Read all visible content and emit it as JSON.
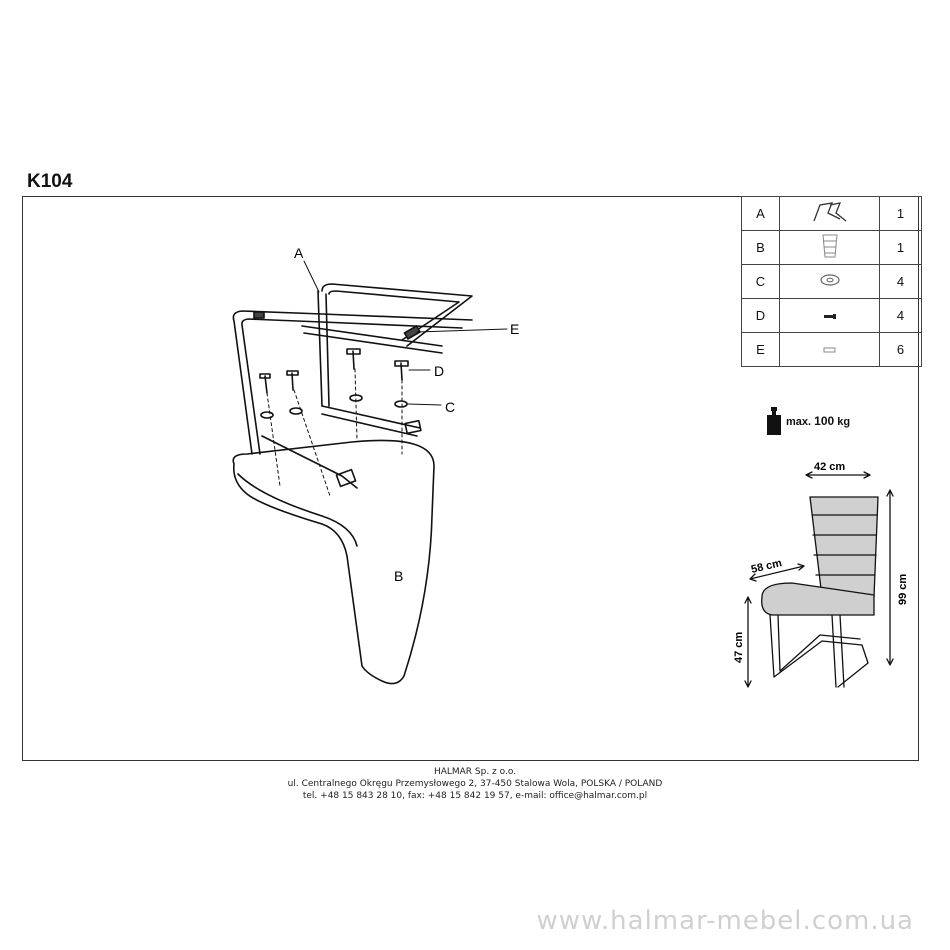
{
  "title": "K104",
  "diagram": {
    "label_a": "A",
    "label_b": "B",
    "label_c": "C",
    "label_d": "D",
    "label_e": "E"
  },
  "parts": [
    {
      "letter": "A",
      "icon": "frame-icon",
      "qty": "1"
    },
    {
      "letter": "B",
      "icon": "seat-icon",
      "qty": "1"
    },
    {
      "letter": "C",
      "icon": "washer-icon",
      "qty": "4"
    },
    {
      "letter": "D",
      "icon": "screw-icon",
      "qty": "4"
    },
    {
      "letter": "E",
      "icon": "cap-icon",
      "qty": "6"
    }
  ],
  "max_load": {
    "prefix": "max.",
    "value": "100",
    "unit": "kg"
  },
  "dimensions": {
    "width": "42 cm",
    "depth": "58 cm",
    "height": "99 cm",
    "seat_height": "47 cm"
  },
  "footer": {
    "company": "HALMAR Sp. z o.o.",
    "address": "ul. Centralnego Okręgu Przemysłowego 2, 37-450 Stalowa Wola, POLSKA / POLAND",
    "contact": "tel. +48 15 843 28 10, fax: +48 15 842 19 57, e-mail: office@halmar.com.pl"
  },
  "watermark": "www.halmar-mebel.com.ua"
}
